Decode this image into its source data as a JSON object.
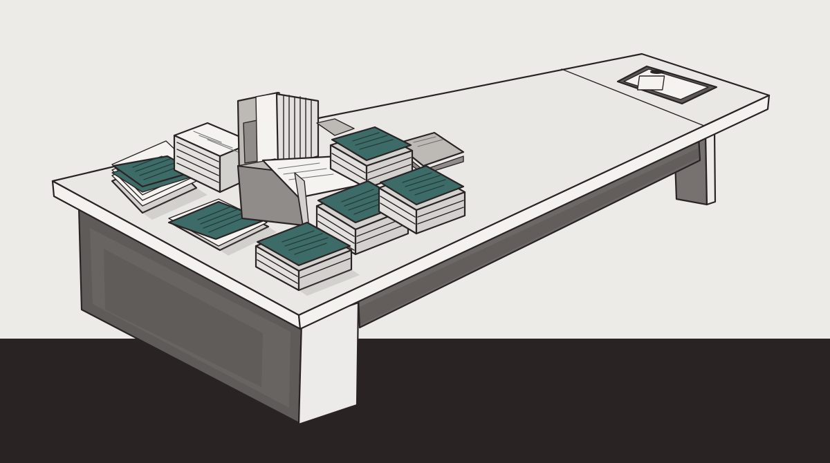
{
  "scene": {
    "subject": "table-with-document-stacks",
    "colors": {
      "wall": "#ecebe8",
      "floor": "#2a2324",
      "tabletop": "#e9e8e5",
      "table_edge": "#f3f2ef",
      "table_side_dark": "#5b5856",
      "table_side_mid": "#7a7673",
      "leg_face": "#ecebe9",
      "ink": "#2a2324",
      "folder_teal": "#3d6b67",
      "folder_teal_dark": "#2e524f",
      "paper": "#f4f3f0",
      "paper_shadow": "#d2d1ce",
      "grey_folder": "#8f8c89",
      "grey_folder_light": "#bdbab6"
    },
    "objects": {
      "teal_stacks": 6,
      "white_paper_stacks": 3,
      "file_organizer": 1,
      "open_file_box": 1,
      "clipboard": 1
    }
  }
}
